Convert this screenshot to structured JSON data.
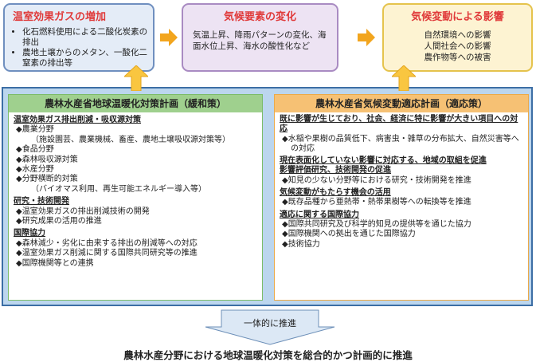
{
  "top": {
    "box1": {
      "title": "温室効果ガスの増加",
      "items": [
        "化石燃料使用による二酸化炭素の排出",
        "農地土壌からのメタン、一酸化二窒素の排出等"
      ]
    },
    "box2": {
      "title": "気候要素の変化",
      "text": "気温上昇、降雨パターンの変化、海面水位上昇、海水の酸性化など"
    },
    "box3": {
      "title": "気候変動による影響",
      "lines": [
        "自然環境への影響",
        "人間社会への影響",
        "農作物等への被害"
      ]
    }
  },
  "left": {
    "title": "農林水産省地球温暖化対策計画（緩和策）",
    "sec1": {
      "head": "温室効果ガス排出削減・吸収源対策",
      "i1": "◆農業分野",
      "i1s": "（施設園芸、農業機械、畜産、農地土壌吸収源対策等）",
      "i2": "◆食品分野",
      "i3": "◆森林吸収源対策",
      "i4": "◆水産分野",
      "i5": "◆分野横断的対策",
      "i5s": "（バイオマス利用、再生可能エネルギー導入等）"
    },
    "sec2": {
      "head": "研究・技術開発",
      "i1": "◆温室効果ガスの排出削減技術の開発",
      "i2": "◆研究成果の活用の推進"
    },
    "sec3": {
      "head": "国際協力",
      "i1": "◆森林減少・劣化に由来する排出の削減等への対応",
      "i2": "◆温室効果ガス削減に関する国際共同研究等の推進",
      "i3": "◆国際機関等との連携"
    }
  },
  "right": {
    "title": "農林水産省気候変動適応計画（適応策）",
    "sec1": {
      "head": "既に影響が生じており、社会、経済に特に影響が大きい項目への対応",
      "i1": "◆水稲や果樹の品質低下、病害虫・雑草の分布拡大、自然災害等への対応"
    },
    "sec2": {
      "head": "現在表面化していない影響に対応する、地域の取組を促進",
      "head2": "影響評価研究、技術開発の促進",
      "i1": "◆知見の少ない分野等における研究・技術開発を推進"
    },
    "sec3": {
      "head": "気候変動がもたらす機会の活用",
      "i1": "◆既存品種から亜熱帯・熱帯果樹等への転換等を推進"
    },
    "sec4": {
      "head": "適応に関する国際協力",
      "i1": "◆国際共同研究及び科学的知見の提供等を通じた協力",
      "i2": "◆国際機関への拠出を通じた国際協力",
      "i3": "◆技術協力"
    }
  },
  "bottom": {
    "arrow_label": "一体的に推進",
    "conclusion": "農林水産分野における地球温暖化対策を総合的かつ計画的に推進"
  },
  "colors": {
    "arrow": "#f2a51e",
    "title_red": "#e03a3a",
    "mitigation_header": "#9fd08e",
    "adaptation_header": "#f6c174",
    "frame_blue": "#bcd6ee",
    "down_arrow": "#dce8f5"
  }
}
